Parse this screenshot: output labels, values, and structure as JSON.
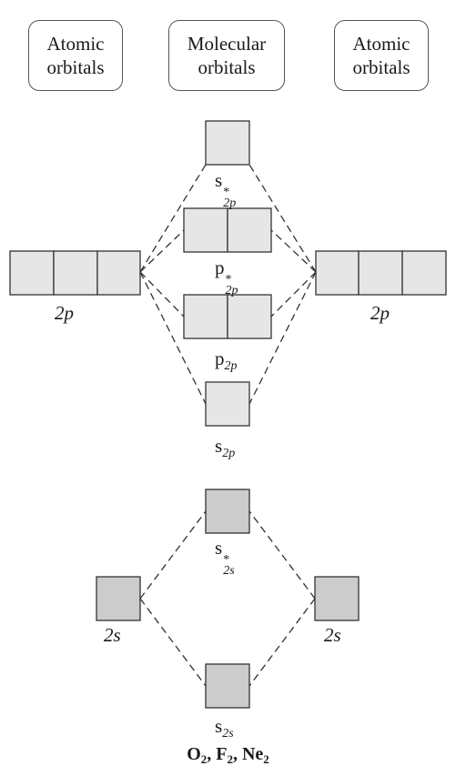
{
  "headers": {
    "left": [
      "Atomic",
      "orbitals"
    ],
    "center": [
      "Molecular",
      "orbitals"
    ],
    "right": [
      "Atomic",
      "orbitals"
    ]
  },
  "labels": {
    "left_2p": "2p",
    "right_2p": "2p",
    "left_2s": "2s",
    "right_2s": "2s",
    "sigma_star_2p": {
      "base": "s",
      "sub": "2p",
      "sup": "*"
    },
    "pi_star_2p": {
      "base": "p",
      "sub": "2p",
      "sup": "*"
    },
    "pi_2p": {
      "base": "p",
      "sub": "2p"
    },
    "sigma_2p": {
      "base": "s",
      "sub": "2p"
    },
    "sigma_star_2s": {
      "base": "s",
      "sub": "2s",
      "sup": "*"
    },
    "sigma_2s": {
      "base": "s",
      "sub": "2s"
    }
  },
  "title": {
    "parts": [
      "O",
      "2",
      ", F",
      "2",
      ", Ne",
      "2"
    ]
  },
  "colors": {
    "box_2p": "#e6e6e6",
    "box_2s": "#cccccc",
    "stroke": "#333333"
  }
}
